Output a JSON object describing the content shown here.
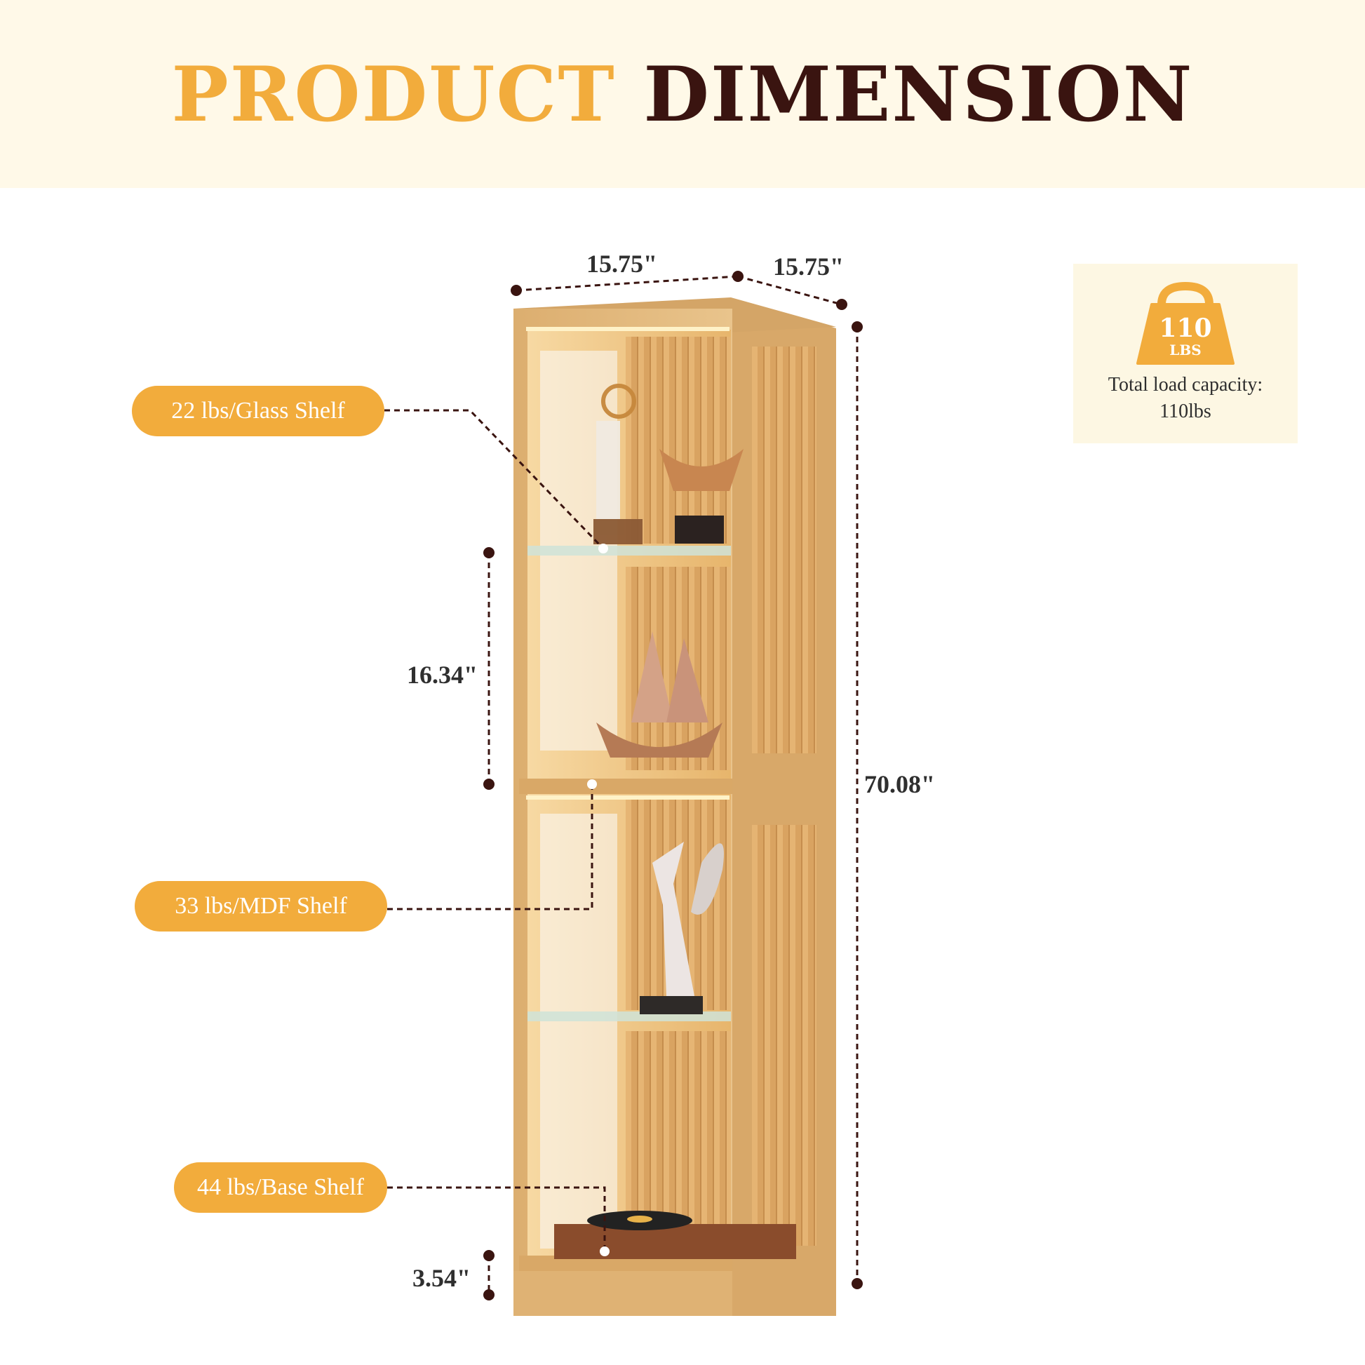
{
  "header": {
    "title_word1": "PRODUCT",
    "title_word2": "DIMENSION"
  },
  "shelf_labels": {
    "glass": "22 lbs/Glass Shelf",
    "mdf": "33 lbs/MDF Shelf",
    "base": "44 lbs/Base Shelf"
  },
  "dimensions": {
    "width": "15.75\"",
    "depth": "15.75\"",
    "shelf_gap": "16.34\"",
    "height": "70.08\"",
    "base_height": "3.54\""
  },
  "load": {
    "badge_number": "110",
    "badge_unit": "LBS",
    "caption_line1": "Total load capacity:",
    "caption_line2": "110lbs"
  },
  "colors": {
    "accent_orange": "#f2ac3c",
    "dark_brown": "#3a1410",
    "header_bg": "#fff9e8",
    "wood": "#e3b77a"
  }
}
